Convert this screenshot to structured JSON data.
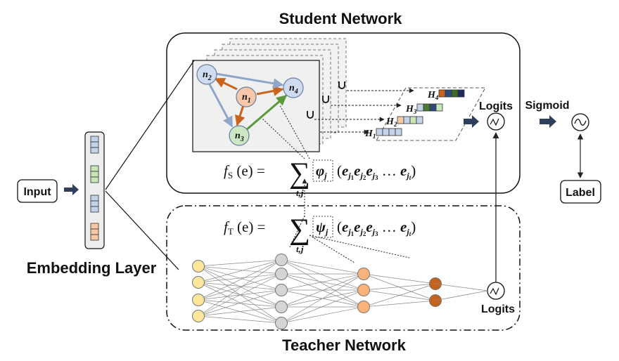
{
  "titles": {
    "student": "Student Network",
    "teacher": "Teacher Network",
    "embedding": "Embedding Layer"
  },
  "labels": {
    "input": "Input",
    "logits_top": "Logits",
    "logits_bottom": "Logits",
    "sigmoid": "Sigmoid",
    "label": "Label"
  },
  "graph_nodes": [
    {
      "base": "n",
      "sub": "1"
    },
    {
      "base": "n",
      "sub": "2"
    },
    {
      "base": "n",
      "sub": "3"
    },
    {
      "base": "n",
      "sub": "4"
    }
  ],
  "hidden_states": [
    {
      "base": "H",
      "sub": "1"
    },
    {
      "base": "H",
      "sub": "2"
    },
    {
      "base": "H",
      "sub": "3"
    },
    {
      "base": "H",
      "sub": "4"
    }
  ],
  "formulas": {
    "student": {
      "f": "f",
      "f_sub": "S",
      "arg": "(e) =",
      "sum_sub": "t,j",
      "coef": "φ",
      "coef_sub": "j",
      "open": "(",
      "e": "e",
      "e_sub_base": "j",
      "e_subs": [
        "1",
        "2",
        "3"
      ],
      "dots": "…",
      "last_sub": "t",
      "close": ")"
    },
    "teacher": {
      "f": "f",
      "f_sub": "T",
      "arg": "(e) =",
      "sum_sub": "t,j",
      "coef": "ψ",
      "coef_sub": "j",
      "open": "(",
      "e": "e",
      "e_sub_base": "j",
      "e_subs": [
        "1",
        "2",
        "3"
      ],
      "dots": "…",
      "last_sub": "t",
      "close": ")"
    }
  },
  "colors": {
    "node_n1": "#f6c7a8",
    "node_n2": "#cfdcf0",
    "node_n3": "#cde6c3",
    "node_n4": "#cfdcf0",
    "arrow_orange": "#c8641e",
    "arrow_blue": "#8ea6c8",
    "arrow_green": "#5a9a3a",
    "nn_input": "#fde59a",
    "nn_hidden1": "#d4d4d4",
    "nn_hidden2": "#f8b27a",
    "nn_output": "#c5621c",
    "embed_blue": "#c3d3ea",
    "embed_green": "#c9e6b8",
    "embed_orange": "#f7c8a5",
    "arrow_navy": "#2e3f5c"
  }
}
